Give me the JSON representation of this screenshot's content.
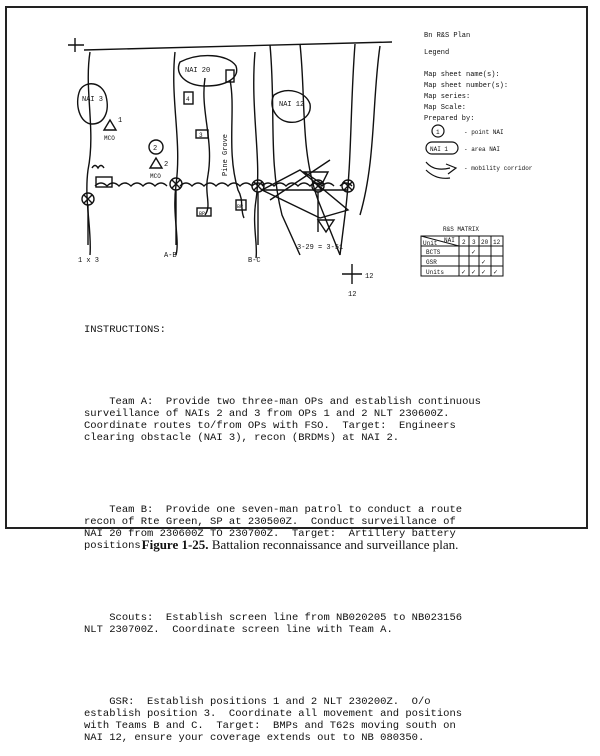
{
  "legend": {
    "plan_title": "Bn R&S Plan",
    "heading": "Legend",
    "fields": [
      "Map sheet name(s):",
      "Map sheet number(s):",
      "Map series:",
      "Map Scale:",
      "Prepared by:"
    ],
    "symbols": [
      {
        "symbol": "1",
        "text": "- point NAI"
      },
      {
        "symbol": "NAI 1",
        "text": "- area NAI"
      },
      {
        "symbol": "",
        "text": "- mobility corridor"
      }
    ]
  },
  "matrix": {
    "title": "R&S MATRIX",
    "corner": "NAI",
    "corner_sub": "Unit",
    "columns": [
      "2",
      "3",
      "20",
      "12"
    ],
    "rows": [
      {
        "label": "BCTS",
        "marks": [
          "",
          "✓",
          "",
          ""
        ]
      },
      {
        "label": "GSR",
        "marks": [
          "",
          "",
          "✓",
          ""
        ]
      },
      {
        "label": "Units",
        "marks": [
          "✓",
          "✓",
          "✓",
          "✓"
        ]
      }
    ]
  },
  "map": {
    "nai3": "NAI 3",
    "nai20": "NAI 20",
    "nai12": "NAI 12",
    "nai2": "2",
    "obstacle": "1",
    "obstacle_label": "MCO",
    "obstacle2": "2",
    "obstacle2_label": "MCO",
    "route": "Pine Grove",
    "unit_4": "4",
    "unit_3": "3",
    "unit_bp1": "BP",
    "unit_bp2": "BP",
    "label_1x3": "1 x 3",
    "label_ab": "A-B",
    "label_bc": "B-C",
    "label_range": "3-29 = 3-51",
    "grid_12a": "12",
    "grid_12b": "12"
  },
  "instructions": {
    "heading": "INSTRUCTIONS:",
    "paragraphs": [
      "    Team A:  Provide two three-man OPs and establish continuous\nsurveillance of NAIs 2 and 3 from OPs 1 and 2 NLT 230600Z.\nCoordinate routes to/from OPs with FSO.  Target:  Engineers\nclearing obstacle (NAI 3), recon (BRDMs) at NAI 2.",
      "    Team B:  Provide one seven-man patrol to conduct a route\nrecon of Rte Green, SP at 230500Z.  Conduct surveillance of\nNAI 20 from 230600Z TO 230700Z.  Target:  Artillery battery\npositions.",
      "    Scouts:  Establish screen line from NB020205 to NB023156\nNLT 230700Z.  Coordinate screen line with Team A.",
      "    GSR:  Establish positions 1 and 2 NLT 230200Z.  O/o\nestablish position 3.  Coordinate all movement and positions\nwith Teams B and C.  Target:  BMPs and T62s moving south on\nNAI 12, ensure your coverage extends out to NB 080350."
    ]
  },
  "caption": {
    "number": "Figure 1-25.",
    "text": "Battalion reconnaissance and surveillance plan."
  }
}
